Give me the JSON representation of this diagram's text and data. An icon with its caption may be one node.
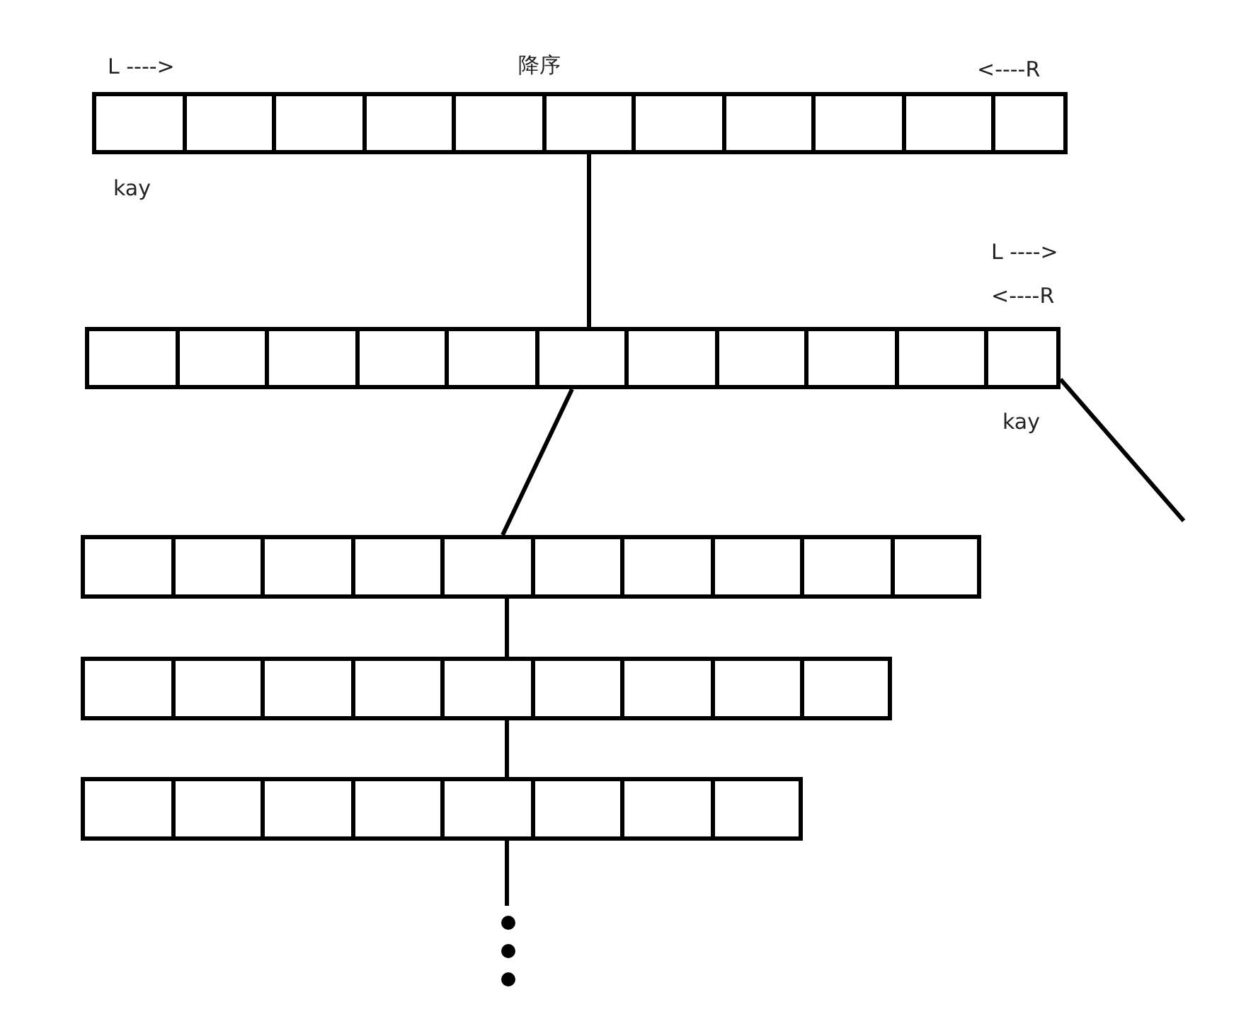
{
  "diagram": {
    "nodes": [
      {
        "text": [],
        "shape": "box",
        "beside": [
          "L ---->",
          "降序",
          "<----R",
          "kay"
        ]
      },
      {
        "text": [],
        "shape": "box",
        "beside": [
          "L ---->",
          "<----R",
          "kay"
        ]
      },
      {
        "text": [],
        "shape": "box"
      },
      {
        "text": [],
        "shape": "box"
      },
      {
        "text": [],
        "shape": "box"
      }
    ],
    "edges": [
      {
        "from": 0,
        "to": 1,
        "arrow": "none"
      },
      {
        "from": 1,
        "to": 2,
        "arrow": "none"
      },
      {
        "from": 1,
        "to": null,
        "arrow": "none"
      },
      {
        "from": 2,
        "to": 3,
        "arrow": "none"
      },
      {
        "from": 3,
        "to": 4,
        "arrow": "none"
      },
      {
        "from": 4,
        "to": null,
        "arrow": "none"
      }
    ]
  }
}
